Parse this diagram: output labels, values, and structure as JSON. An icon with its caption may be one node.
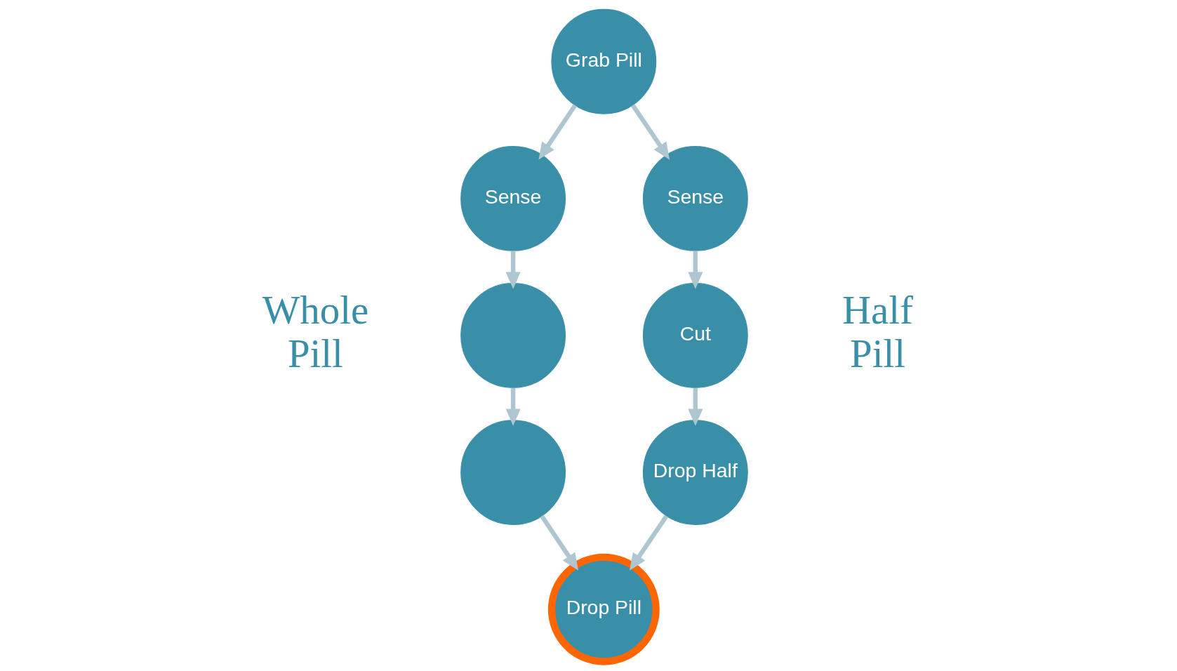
{
  "diagram": {
    "nodes": [
      {
        "text": [
          "Grab Pill"
        ]
      },
      {
        "text": [
          "Sense"
        ]
      },
      {
        "text": [
          "Sense"
        ]
      },
      {
        "text": [],
        "shape": "circle"
      },
      {
        "text": [
          "Cut"
        ]
      },
      {
        "text": [],
        "shape": "circle"
      },
      {
        "text": [
          "Drop Half"
        ]
      },
      {
        "text": [
          "Drop Pill"
        ]
      }
    ],
    "edges": [
      {
        "from": 0,
        "to": 1,
        "arrow": "to"
      },
      {
        "from": 0,
        "to": 2,
        "arrow": "to"
      },
      {
        "from": 1,
        "to": 3,
        "arrow": "to"
      },
      {
        "from": 2,
        "to": 4,
        "arrow": "to"
      },
      {
        "from": 3,
        "to": 5,
        "arrow": "to"
      },
      {
        "from": 4,
        "to": 6,
        "arrow": "to"
      },
      {
        "from": 5,
        "to": 7,
        "arrow": "to"
      },
      {
        "from": 6,
        "to": 7,
        "arrow": "to"
      }
    ],
    "labels": [
      "Whole Pill",
      "Half Pill"
    ]
  }
}
